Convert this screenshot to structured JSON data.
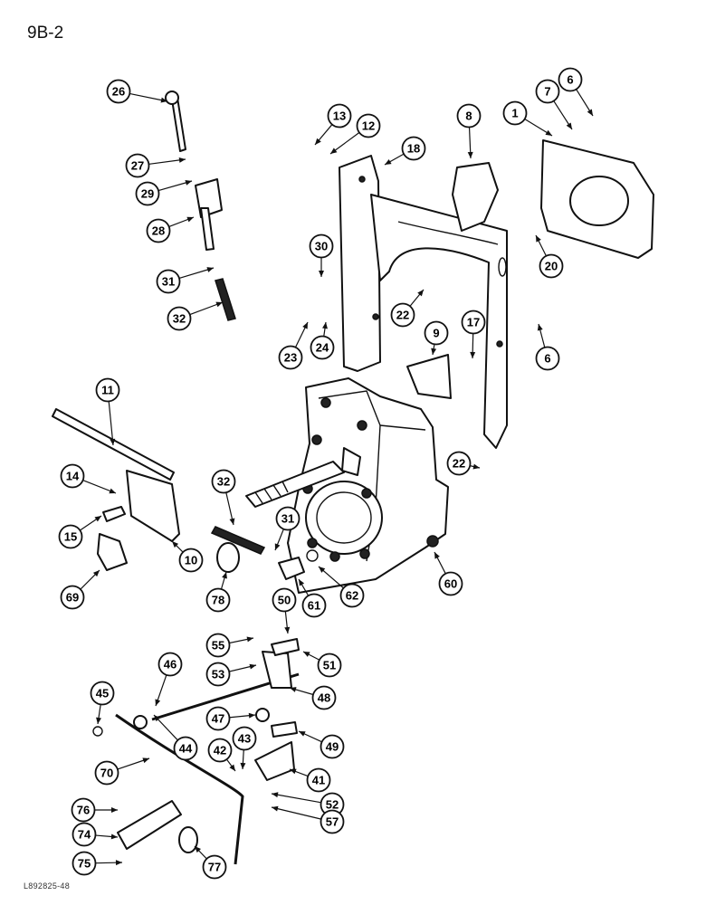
{
  "page_number": "9B-2",
  "figure_code": "L892825-48",
  "callouts": [
    "26",
    "27",
    "29",
    "28",
    "31",
    "32",
    "13",
    "12",
    "18",
    "8",
    "1",
    "7",
    "6",
    "30",
    "20",
    "22",
    "24",
    "23",
    "9",
    "17",
    "6",
    "11",
    "14",
    "15",
    "10",
    "69",
    "32",
    "31",
    "61",
    "62",
    "60",
    "78",
    "22",
    "50",
    "55",
    "51",
    "53",
    "46",
    "48",
    "45",
    "47",
    "44",
    "42",
    "43",
    "49",
    "70",
    "41",
    "52",
    "76",
    "57",
    "74",
    "75",
    "77"
  ],
  "colors": {
    "ink": "#111111",
    "paper": "#ffffff"
  }
}
